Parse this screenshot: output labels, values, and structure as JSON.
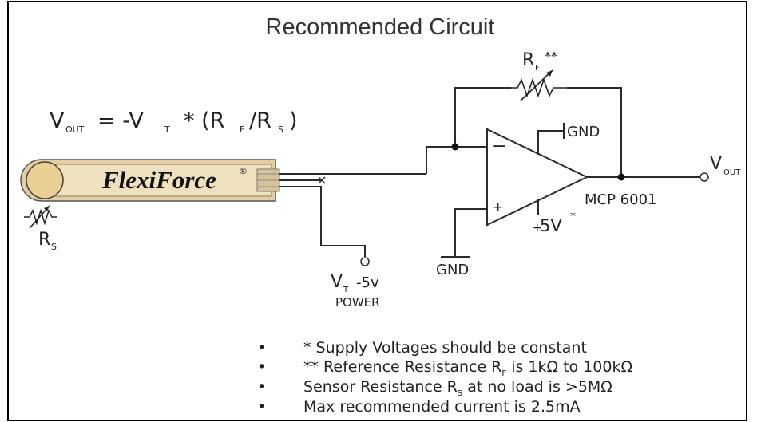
{
  "title": "Recommended Circuit",
  "formula": {
    "v": "V",
    "out_sub": "OUT",
    "eq": "= -V",
    "t_sub": "T",
    "mid": "* (R",
    "f_sub": "F",
    "slash": "/R",
    "s_sub": "S",
    "close": ")"
  },
  "sensor": {
    "brand": "FlexiForce",
    "reg_mark": "®"
  },
  "rs_label": {
    "r": "R",
    "sub": "S"
  },
  "rf_label": {
    "r": "R",
    "sub": "F",
    "stars": "**"
  },
  "opamp": {
    "minus": "−",
    "plus": "+",
    "part": "MCP 6001"
  },
  "gnd_top": "GND",
  "gnd_bottom": "GND",
  "supply": {
    "value": "5V",
    "plus": "+",
    "star": "*"
  },
  "vout": {
    "v": "V",
    "sub": "OUT"
  },
  "vt_power": {
    "v": "V",
    "sub": "T",
    "value": "-5v",
    "power": "POWER"
  },
  "notes": {
    "bullet": "•",
    "line1": "* Supply Voltages should be constant",
    "line2_a": "** Reference Resistance R",
    "line2_sub": "F",
    "line2_b": " is 1kΩ to 100kΩ",
    "line3_a": "Sensor Resistance R",
    "line3_sub": "S",
    "line3_b": " at no load is >5MΩ",
    "line4": "Max recommended current is 2.5mA"
  }
}
